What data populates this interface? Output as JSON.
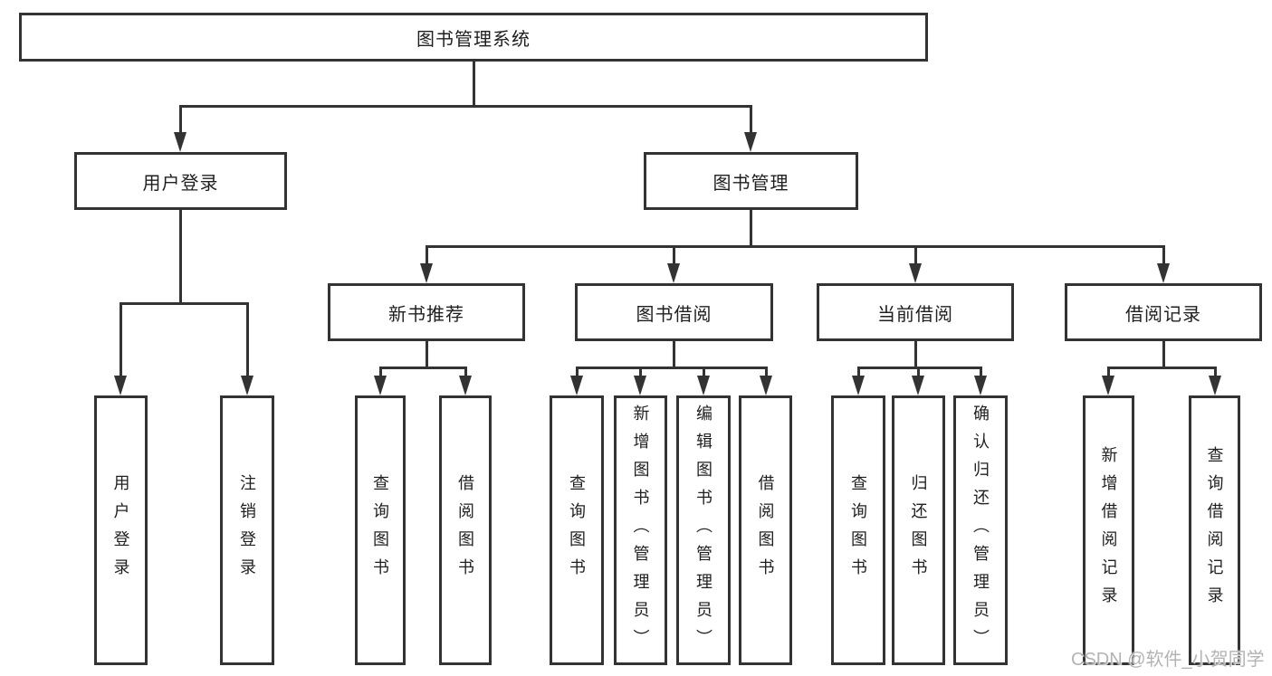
{
  "diagram": {
    "watermark": "CSDN @软件_小贺同学",
    "colors": {
      "line": "#333333",
      "text": "#1f1f1f",
      "watermark": "#b3b3b3",
      "background": "#ffffff"
    },
    "nodes": {
      "root": {
        "label": "图书管理系统"
      },
      "user_login": {
        "label": "用户登录"
      },
      "book_mgmt": {
        "label": "图书管理"
      },
      "new_book_rec": {
        "label": "新书推荐"
      },
      "book_borrow": {
        "label": "图书借阅"
      },
      "current_borrow": {
        "label": "当前借阅"
      },
      "borrow_record": {
        "label": "借阅记录"
      },
      "leaf_user_login": {
        "label": "用户登录"
      },
      "leaf_logout": {
        "label": "注销登录"
      },
      "leaf_query_book_1": {
        "label": "查询图书"
      },
      "leaf_borrow_book_1": {
        "label": "借阅图书"
      },
      "leaf_query_book_2": {
        "label": "查询图书"
      },
      "leaf_add_book": {
        "label": "新增图书（管理员）"
      },
      "leaf_edit_book": {
        "label": "编辑图书（管理员）"
      },
      "leaf_borrow_book_2": {
        "label": "借阅图书"
      },
      "leaf_query_book_3": {
        "label": "查询图书"
      },
      "leaf_return_book": {
        "label": "归还图书"
      },
      "leaf_confirm_return": {
        "label": "确认归还（管理员）"
      },
      "leaf_add_borrow_record": {
        "label": "新增借阅记录"
      },
      "leaf_query_borrow_record": {
        "label": "查询借阅记录"
      }
    }
  }
}
